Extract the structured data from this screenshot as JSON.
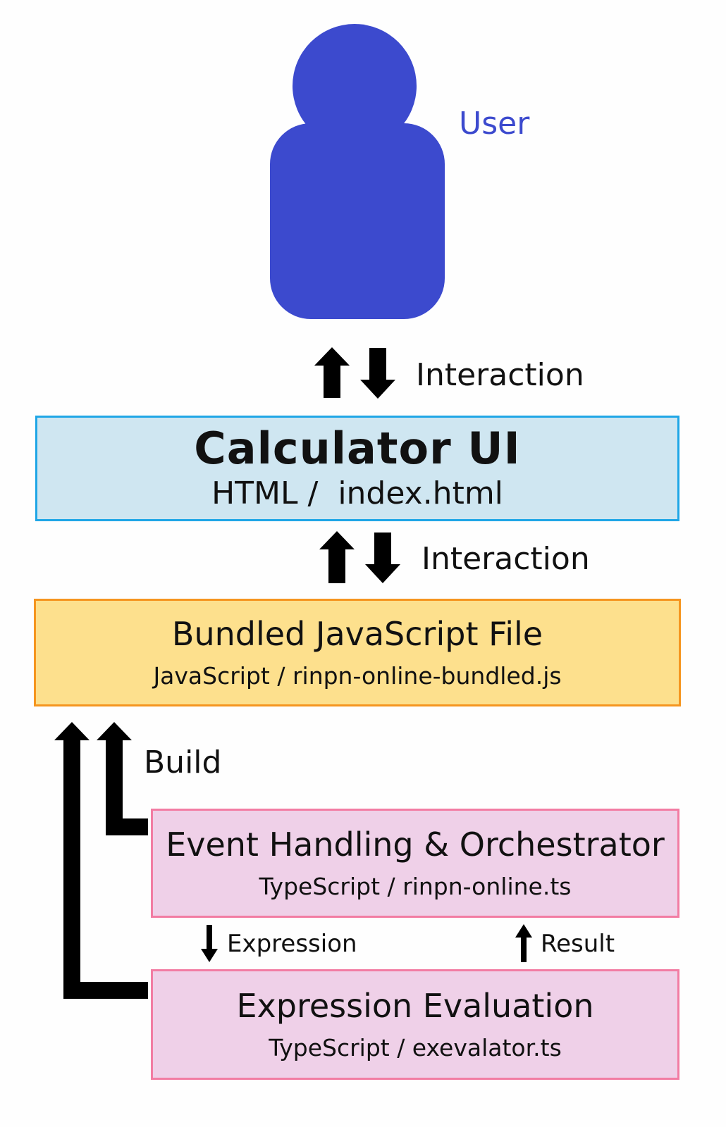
{
  "user": {
    "label": "User",
    "color": "#3c4ace"
  },
  "connectors": {
    "user_ui_label": "Interaction",
    "ui_bundle_label": "Interaction",
    "build_label": "Build",
    "expression_label": "Expression",
    "result_label": "Result"
  },
  "boxes": {
    "calculator_ui": {
      "title": "Calculator UI",
      "subtitle": "HTML /  index.html",
      "fill": "#cfe6f1",
      "border": "#1fa6e6"
    },
    "bundled_js": {
      "title": "Bundled JavaScript File",
      "subtitle": "JavaScript / rinpn-online-bundled.js",
      "fill": "#fde08d",
      "border": "#f5951f"
    },
    "event_handling": {
      "title": "Event Handling & Orchestrator",
      "subtitle": "TypeScript / rinpn-online.ts",
      "fill": "#efd0e8",
      "border": "#f27ca3"
    },
    "expression_evaluation": {
      "title": "Expression Evaluation",
      "subtitle": "TypeScript / exevalator.ts",
      "fill": "#efd0e8",
      "border": "#f27ca3"
    }
  }
}
